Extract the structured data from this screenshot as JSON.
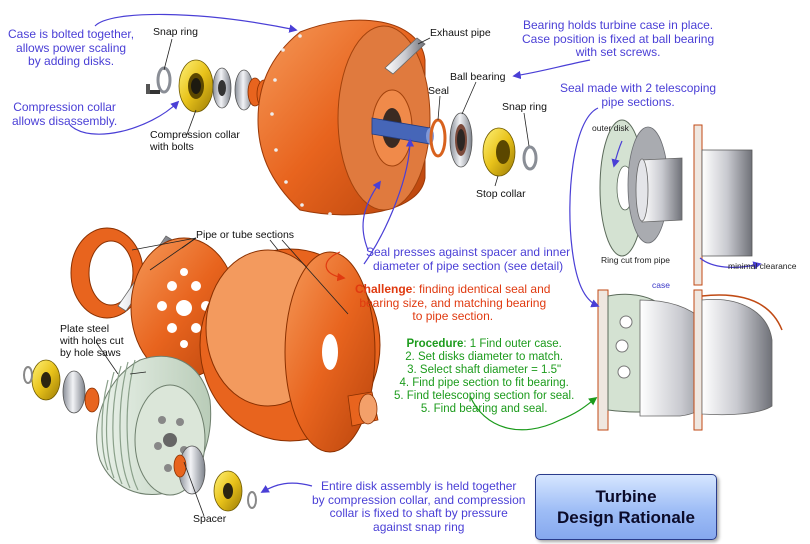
{
  "title": {
    "line1": "Turbine",
    "line2": "Design Rationale"
  },
  "colors": {
    "annotation_blue": "#4a3fd6",
    "annotation_red": "#e03a10",
    "annotation_green": "#1c9b1c",
    "part_orange": "#e8641e",
    "collar_yellow": "#e8c21a",
    "disk_green": "#d4e2d2"
  },
  "notes": {
    "case_bolted": [
      "Case is bolted together,",
      "allows power scaling",
      "by adding disks."
    ],
    "compression_collar": [
      "Compression collar",
      "allows disassembly."
    ],
    "bearing_holds": [
      "Bearing holds turbine case in place.",
      "Case position is fixed at ball bearing",
      "with set screws."
    ],
    "seal_telescoping": [
      "Seal made with 2 telescoping",
      "pipe sections."
    ],
    "seal_presses": [
      "Seal presses against spacer and inner",
      "diameter of pipe section (see detail)"
    ],
    "challenge_label": "Challenge",
    "challenge": [
      ": finding identical seal and",
      "bearing size, and matching bearing",
      "to pipe section."
    ],
    "procedure_label": "Procedure",
    "procedure": [
      ": 1 Find outer case.",
      "2. Set disks diameter to match.",
      "3. Select shaft diameter = 1.5\"",
      "4. Find pipe section to fit bearing.",
      "5. Find telescoping section for seal.",
      "5. Find bearing and seal."
    ],
    "entire_disk": [
      "Entire disk assembly is held together",
      "by compression collar, and compression",
      "collar is fixed to shaft by pressure",
      "against snap ring"
    ]
  },
  "labels": {
    "snap_ring_left": "Snap ring",
    "exhaust_pipe": "Exhaust pipe",
    "ball_bearing": "Ball bearing",
    "seal": "Seal",
    "snap_ring_right": "Snap ring",
    "stop_collar": "Stop collar",
    "compression_collar_bolts": [
      "Compression collar",
      "with bolts"
    ],
    "pipe_tube_sections": "Pipe or tube sections",
    "plate_steel": [
      "Plate steel",
      "with holes cut",
      "by hole saws"
    ],
    "spacer": "Spacer",
    "outer_disk": "outer disk",
    "ring_cut": "Ring cut from pipe",
    "minimal_clearance": "minimal clearance",
    "case": "case"
  }
}
